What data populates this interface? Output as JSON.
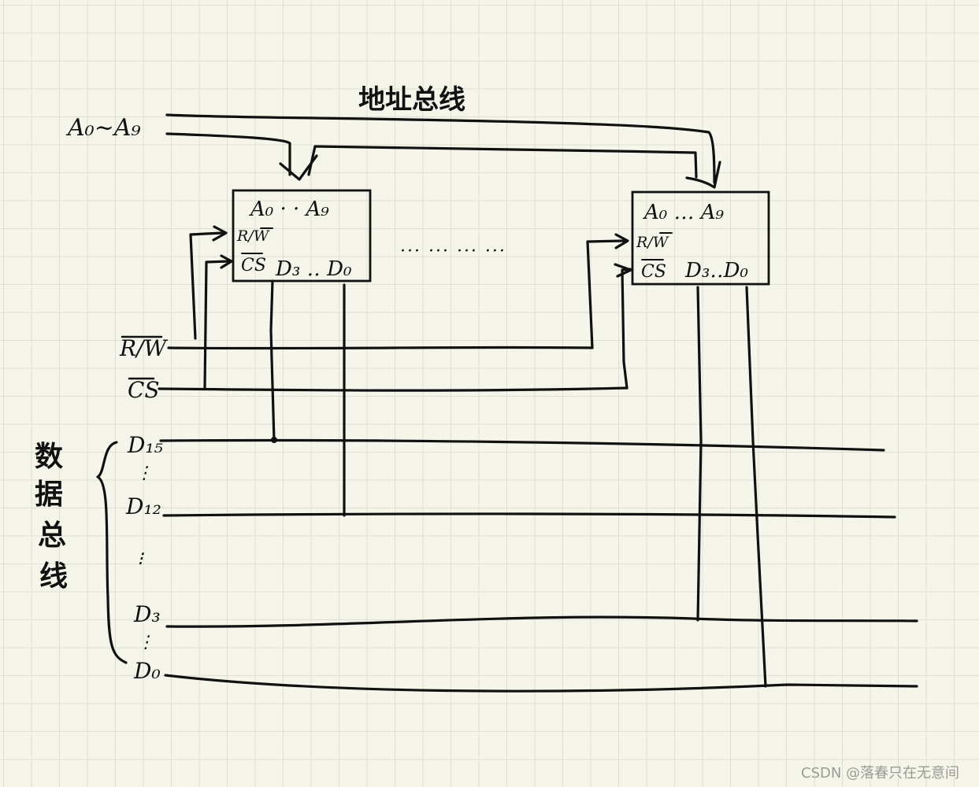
{
  "address_bus": {
    "title": "地址总线",
    "range_label": "A₀~A₉"
  },
  "data_bus": {
    "title": "数据总线",
    "lines": [
      "D₁₅",
      "⋮",
      "D₁₂",
      "⁝",
      "D₃",
      "⋮",
      "D₀"
    ]
  },
  "control_signals": {
    "rw_label": "R/W",
    "cs_label": "CS"
  },
  "chips": [
    {
      "address_pins": "A₀ · · A₉",
      "rw_pin": "R/W",
      "cs_pin": "CS",
      "data_pins": "D₃ ‥ D₀"
    },
    {
      "address_pins": "A₀ … A₉",
      "rw_pin": "R/W",
      "cs_pin": "CS",
      "data_pins": "D₃‥D₀"
    }
  ],
  "ellipsis": "··· ··· ··· ···",
  "watermark": "CSDN @落春只在无意间"
}
